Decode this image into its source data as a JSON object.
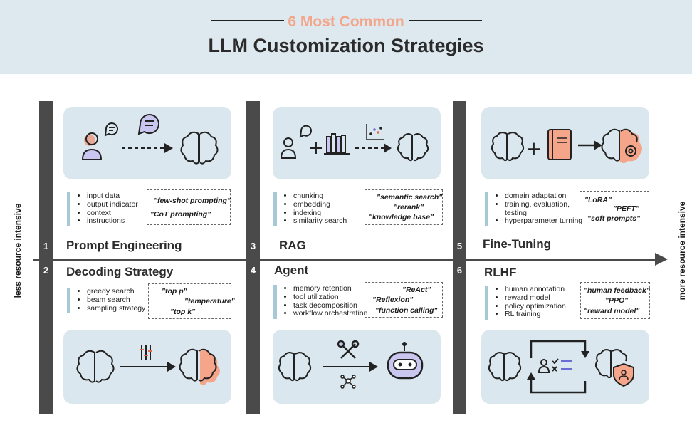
{
  "header": {
    "subtitle": "6 Most Common",
    "title": "LLM Customization Strategies"
  },
  "axis": {
    "left_label": "less resource intensive",
    "right_label": "more resource intensive"
  },
  "colors": {
    "accent": "#f4a58a",
    "header_bg": "#dde8ef",
    "card_bg": "#dae7ee",
    "bar": "#4a4a4a",
    "bullet_bar": "#a7c9d5"
  },
  "strategies": [
    {
      "number": "1",
      "name": "Prompt Engineering",
      "bullets": [
        "input data",
        "output indicator",
        "context",
        "instructions"
      ],
      "keywords": [
        "\"few-shot prompting\"",
        "\"CoT prompting\""
      ]
    },
    {
      "number": "2",
      "name": "Decoding Strategy",
      "bullets": [
        "greedy search",
        "beam search",
        "sampling strategy"
      ],
      "keywords": [
        "\"top p\"",
        "\"temperature\"",
        "\"top k\""
      ]
    },
    {
      "number": "3",
      "name": "RAG",
      "bullets": [
        "chunking",
        "embedding",
        "indexing",
        "similarity search"
      ],
      "keywords": [
        "\"semantic search\"",
        "\"rerank\"",
        "\"knowledge base\""
      ]
    },
    {
      "number": "4",
      "name": "Agent",
      "bullets": [
        "memory retention",
        "tool utilization",
        "task decomposition",
        "workflow orchestration"
      ],
      "keywords": [
        "\"ReAct\"",
        "\"Reflexion\"",
        "\"function calling\""
      ]
    },
    {
      "number": "5",
      "name": "Fine-Tuning",
      "bullets": [
        "domain adaptation",
        "training, evaluation, testing",
        "hyperparameter turning"
      ],
      "keywords": [
        "\"LoRA\"",
        "\"PEFT\"",
        "\"soft prompts\""
      ]
    },
    {
      "number": "6",
      "name": "RLHF",
      "bullets": [
        "human annotation",
        "reward model",
        "policy optimization",
        "RL training"
      ],
      "keywords": [
        "\"human feedback\"",
        "\"PPO\"",
        "\"reward model\""
      ]
    }
  ]
}
